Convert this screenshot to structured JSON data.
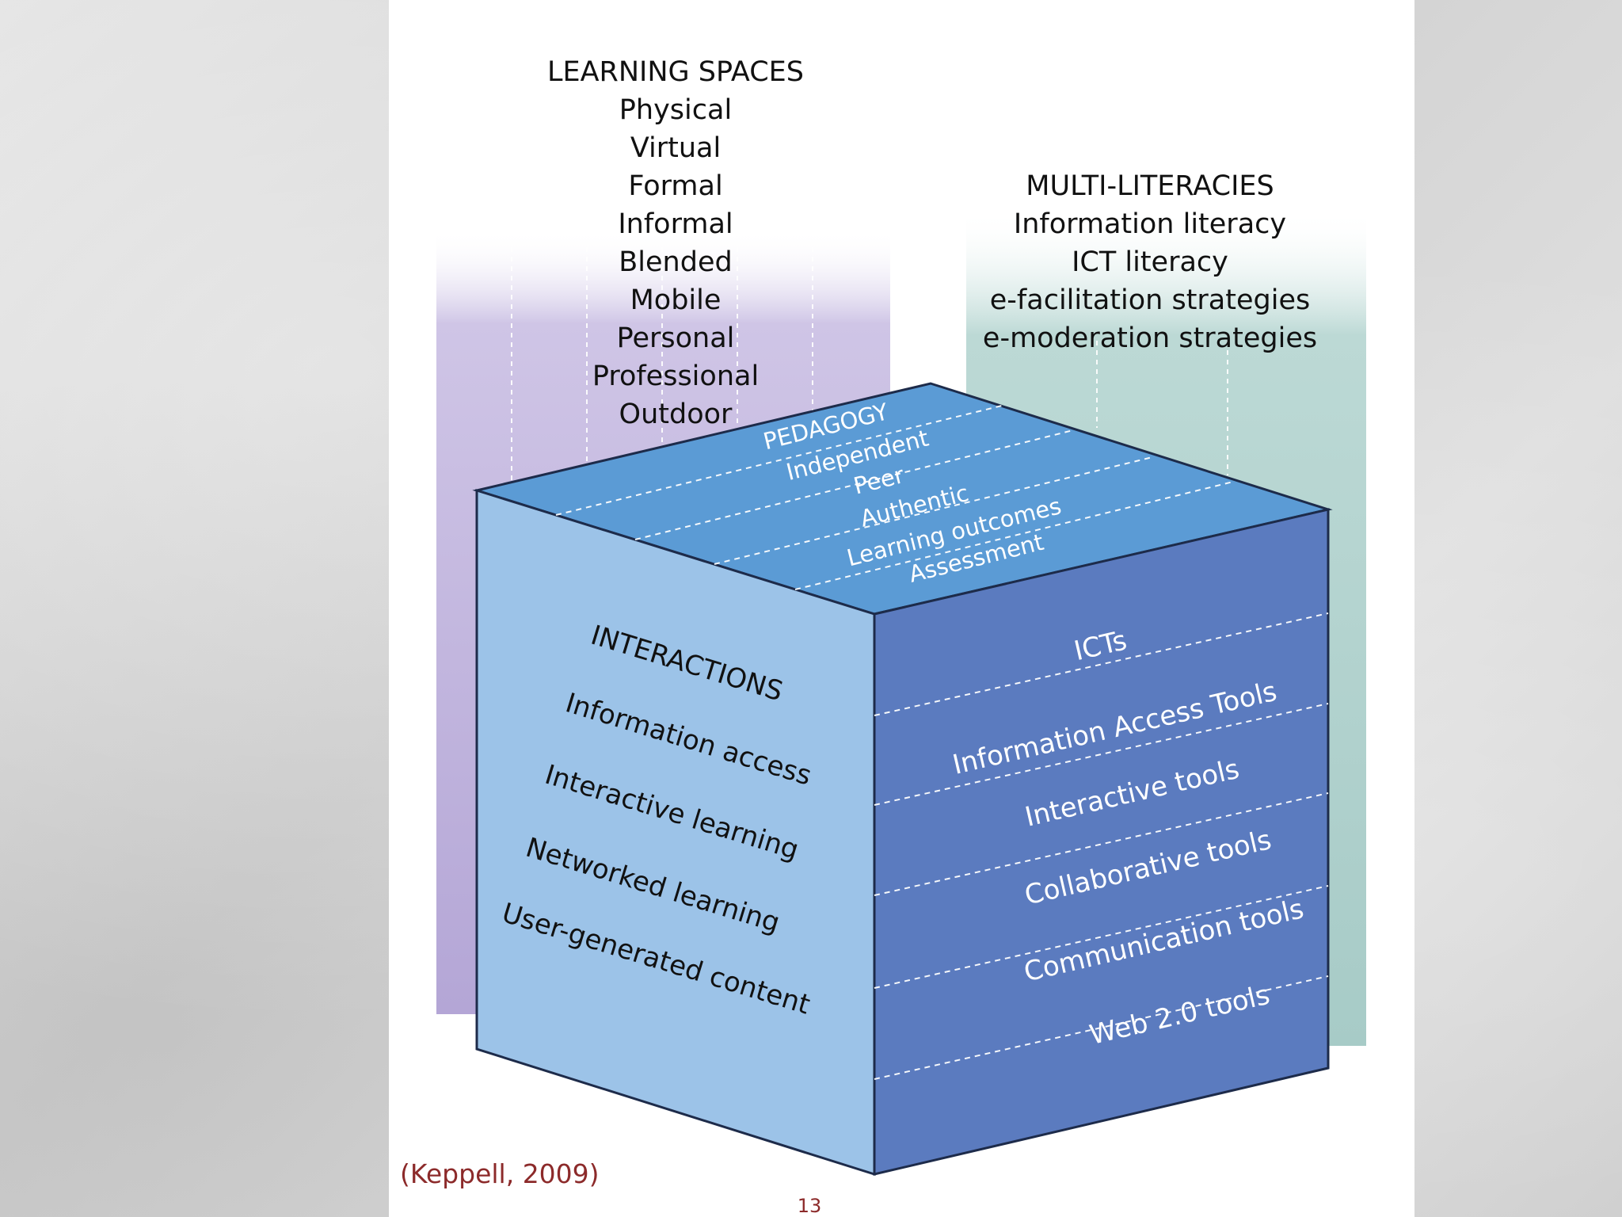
{
  "slide": {
    "citation": "(Keppell, 2009)",
    "page_number": "13"
  },
  "learning_spaces": {
    "title": "LEARNING SPACES",
    "items": [
      "Physical",
      "Virtual",
      "Formal",
      "Informal",
      "Blended",
      "Mobile",
      "Personal",
      "Professional",
      "Outdoor"
    ]
  },
  "multi_literacies": {
    "title": "MULTI-LITERACIES",
    "items": [
      "Information literacy",
      "ICT literacy",
      "e-facilitation strategies",
      "e-moderation strategies"
    ]
  },
  "pedagogy": {
    "title": "PEDAGOGY",
    "items": [
      "Independent",
      "Peer",
      "Authentic",
      "Learning outcomes",
      "Assessment"
    ]
  },
  "interactions": {
    "title": "INTERACTIONS",
    "items": [
      "Information access",
      "Interactive learning",
      "Networked learning",
      "User-generated content"
    ]
  },
  "icts": {
    "title": "ICTs",
    "items": [
      "Information Access Tools",
      "Interactive tools",
      "Collaborative  tools",
      "Communication tools",
      "Web 2.0 tools"
    ]
  },
  "colors": {
    "purple_panel": "#b4a6d6",
    "teal_panel": "#a7cbc7",
    "cube_top": "#5b9bd5",
    "cube_left": "#9cc3e8",
    "cube_right": "#5b7bbf",
    "citation": "#8c2a2a"
  }
}
